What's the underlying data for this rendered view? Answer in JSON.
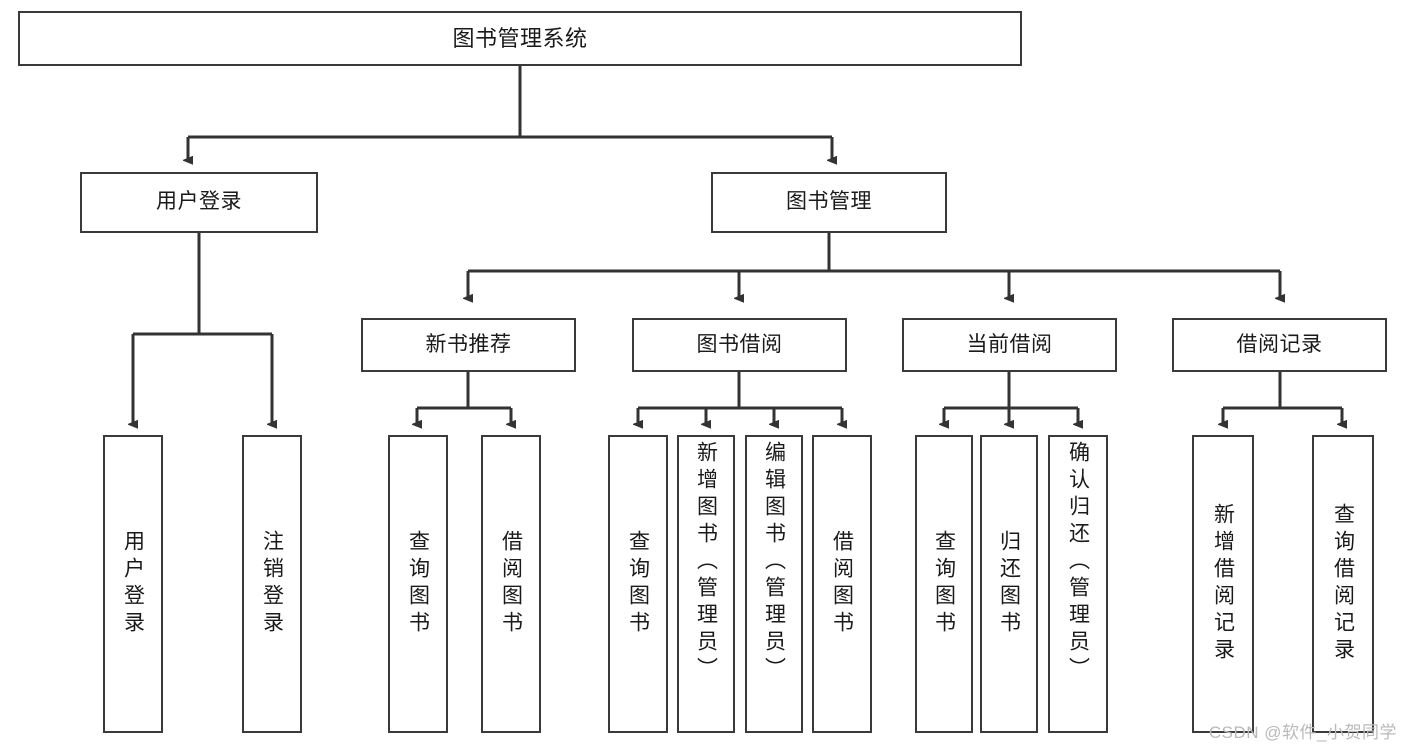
{
  "diagram": {
    "title": "图书管理系统",
    "type": "tree",
    "watermark": "CSDN @软件_小贺同学",
    "colors": {
      "background": "#ffffff",
      "node_border": "#3a3a3a",
      "node_fill": "#ffffff",
      "edge": "#333333",
      "text": "#1a1a1a",
      "watermark": "#b9b9b9"
    },
    "root": {
      "label": "图书管理系统"
    },
    "level1": [
      {
        "label": "用户登录"
      },
      {
        "label": "图书管理"
      }
    ],
    "level2": [
      {
        "label": "新书推荐"
      },
      {
        "label": "图书借阅"
      },
      {
        "label": "当前借阅"
      },
      {
        "label": "借阅记录"
      }
    ],
    "leaves": {
      "user_login": [
        {
          "label": "用户登录"
        },
        {
          "label": "注销登录"
        }
      ],
      "new_book_recommend": [
        {
          "label": "查询图书"
        },
        {
          "label": "借阅图书"
        }
      ],
      "book_borrow": [
        {
          "label": "查询图书"
        },
        {
          "label": "新增图书（管理员）"
        },
        {
          "label": "编辑图书（管理员）"
        },
        {
          "label": "借阅图书"
        }
      ],
      "current_borrow": [
        {
          "label": "查询图书"
        },
        {
          "label": "归还图书"
        },
        {
          "label": "确认归还（管理员）"
        }
      ],
      "borrow_record": [
        {
          "label": "新增借阅记录"
        },
        {
          "label": "查询借阅记录"
        }
      ]
    }
  }
}
